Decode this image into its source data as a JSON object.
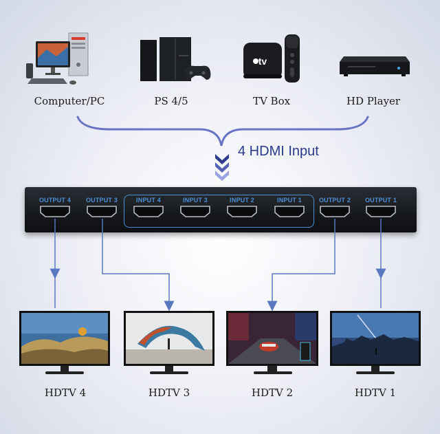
{
  "sources": [
    {
      "label": "Computer/PC",
      "icon": "computer-icon"
    },
    {
      "label": "PS 4/5",
      "icon": "game-console-icon"
    },
    {
      "label": "TV Box",
      "icon": "tv-box-icon"
    },
    {
      "label": "HD Player",
      "icon": "hd-player-icon"
    }
  ],
  "tvbox_brand": "tv",
  "input_title": "4 HDMI Input",
  "switch": {
    "ports": [
      {
        "label": "OUTPUT 4",
        "type": "output"
      },
      {
        "label": "OUTPUT 3",
        "type": "output"
      },
      {
        "label": "INPUT 4",
        "type": "input"
      },
      {
        "label": "INPUT 3",
        "type": "input"
      },
      {
        "label": "INPUT 2",
        "type": "input"
      },
      {
        "label": "INPUT 1",
        "type": "input"
      },
      {
        "label": "OUTPUT 2",
        "type": "output"
      },
      {
        "label": "OUTPUT 1",
        "type": "output"
      }
    ]
  },
  "tvs": [
    {
      "label": "HDTV 4"
    },
    {
      "label": "HDTV 3"
    },
    {
      "label": "HDTV 2"
    },
    {
      "label": "HDTV 1"
    }
  ],
  "colors": {
    "bracket": "#6a74c4",
    "chevron_dark": "#2f3a8f",
    "chevron_light": "#7b86d6",
    "port_label": "#4f8fd6",
    "connector": "#5a78c0",
    "device_body": "#1c2024"
  }
}
